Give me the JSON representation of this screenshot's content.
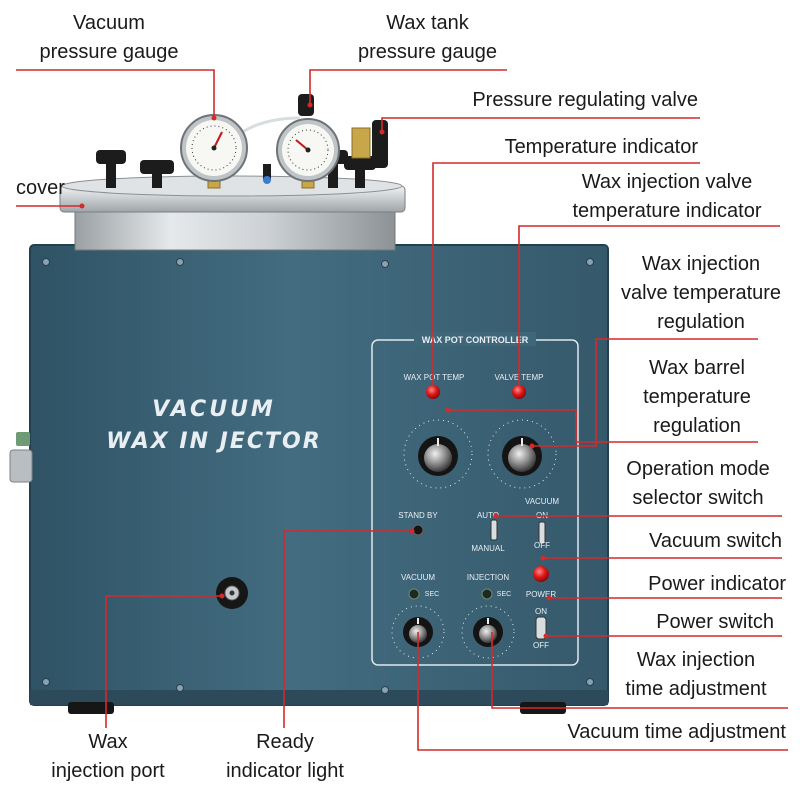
{
  "machine": {
    "title_line1": "VACUUM",
    "title_line2": "WAX IN JECTOR",
    "panel_title": "WAX POT CONTROLLER",
    "wax_pot_temp": "WAX POT TEMP",
    "valve_temp": "VALVE TEMP",
    "stand_by": "STAND BY",
    "auto": "AUTO",
    "manual": "MANUAL",
    "vacuum": "VACUUM",
    "on": "ON",
    "off": "OFF",
    "power": "POWER",
    "injection": "INJECTION",
    "sec": "SEC"
  },
  "callouts": [
    {
      "key": "vacuum_pressure_gauge",
      "text": "Vacuum\npressure gauge"
    },
    {
      "key": "wax_tank_pressure_gauge",
      "text": "Wax tank\npressure gauge"
    },
    {
      "key": "pressure_regulating_valve",
      "text": "Pressure regulating valve"
    },
    {
      "key": "temperature_indicator",
      "text": "Temperature indicator"
    },
    {
      "key": "cover",
      "text": "cover"
    },
    {
      "key": "valve_temp_indicator",
      "text": "Wax injection valve\ntemperature indicator"
    },
    {
      "key": "valve_temp_regulation",
      "text": "Wax injection\nvalve temperature\nregulation"
    },
    {
      "key": "barrel_temp_regulation",
      "text": "Wax barrel\ntemperature\nregulation"
    },
    {
      "key": "mode_selector",
      "text": "Operation mode\nselector switch"
    },
    {
      "key": "vacuum_switch",
      "text": "Vacuum switch"
    },
    {
      "key": "power_indicator",
      "text": "Power indicator"
    },
    {
      "key": "power_switch",
      "text": "Power switch"
    },
    {
      "key": "injection_time_adjustment",
      "text": "Wax injection\ntime adjustment"
    },
    {
      "key": "vacuum_time_adjustment",
      "text": "Vacuum time adjustment"
    },
    {
      "key": "wax_injection_port",
      "text": "Wax\ninjection port"
    },
    {
      "key": "ready_indicator_light",
      "text": "Ready\nindicator light"
    }
  ],
  "colors": {
    "leader": "#d42a2a",
    "body": "#3d6478",
    "panel_line": "#dfe8ee",
    "indicator_red": "#e01818",
    "text": "#1a1a1a"
  }
}
